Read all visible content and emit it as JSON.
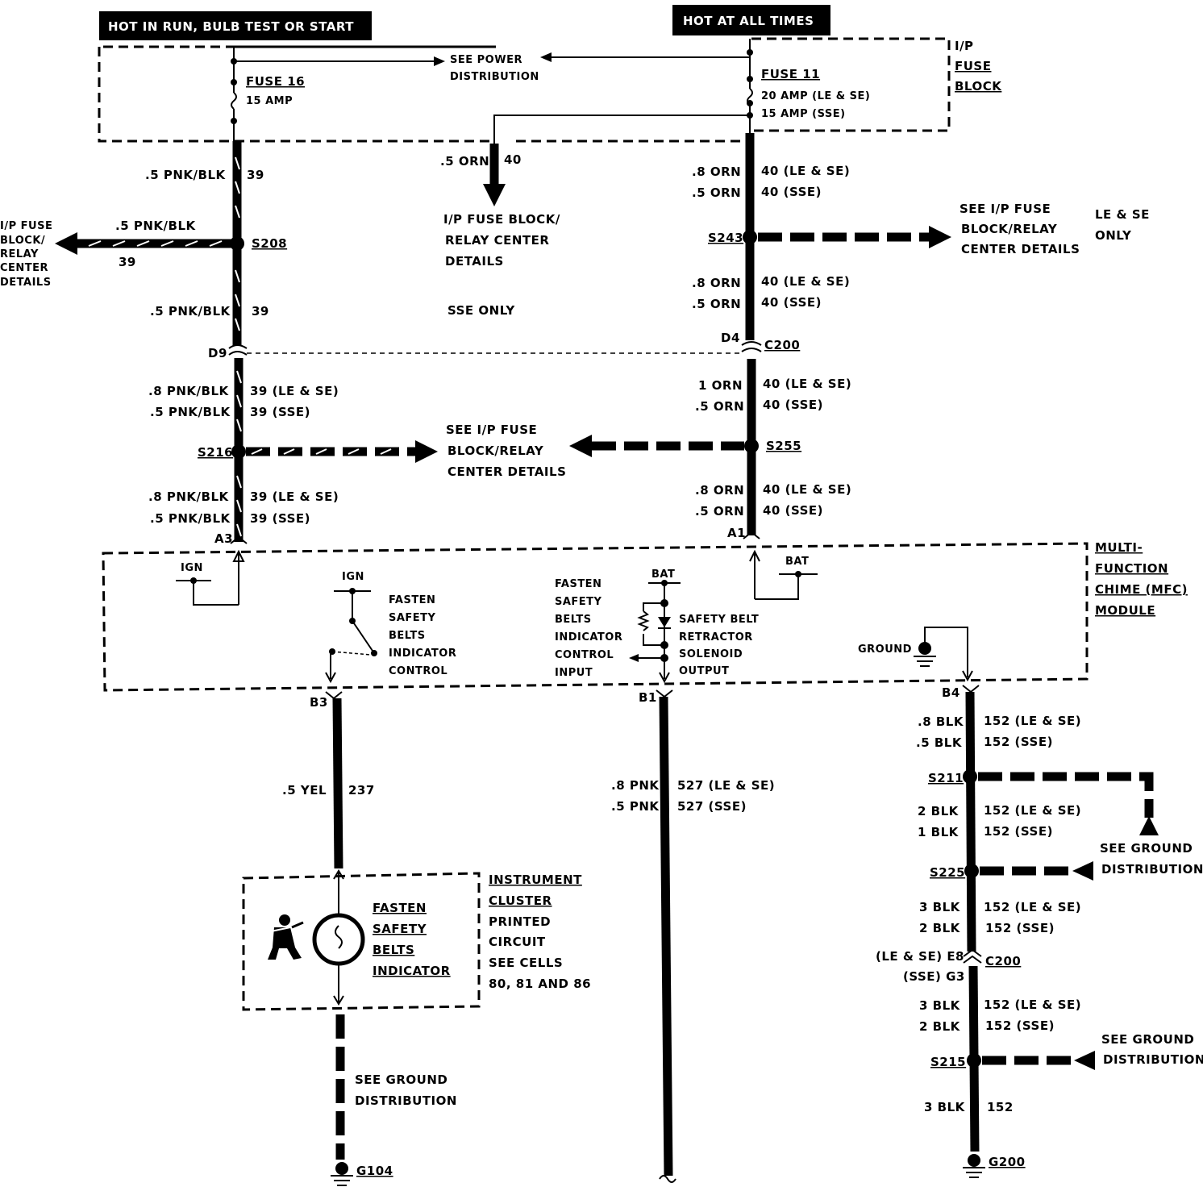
{
  "headers": {
    "left": "HOT IN RUN, BULB TEST OR START",
    "right": "HOT AT ALL TIMES"
  },
  "fuse_block": {
    "label_line1": "I/P",
    "label_line2": "FUSE",
    "label_line3": "BLOCK",
    "see_power_line1": "SEE POWER",
    "see_power_line2": "DISTRIBUTION",
    "fuse16_name": "FUSE 16",
    "fuse16_rating": "15 AMP",
    "fuse11_name": "FUSE 11",
    "fuse11_rating1": "20 AMP (LE & SE)",
    "fuse11_rating2": "15 AMP (SSE)"
  },
  "left_circuit": {
    "seg1_wire": ".5 PNK/BLK",
    "seg1_circuit": "39",
    "s208": "S208",
    "branch_wire": ".5 PNK/BLK",
    "branch_circuit": "39",
    "branch_dest": [
      "I/P FUSE",
      "BLOCK/",
      "RELAY",
      "CENTER",
      "DETAILS"
    ],
    "seg2_wire": ".5 PNK/BLK",
    "seg2_circuit": "39",
    "d9": "D9",
    "seg3_wire_a": ".8 PNK/BLK",
    "seg3_wire_b": ".5 PNK/BLK",
    "seg3_circ_a": "39 (LE & SE)",
    "seg3_circ_b": "39 (SSE)",
    "s216": "S216",
    "seg4_wire_a": ".8 PNK/BLK",
    "seg4_wire_b": ".5 PNK/BLK",
    "seg4_circ_a": "39 (LE & SE)",
    "seg4_circ_b": "39 (SSE)",
    "a3": "A3"
  },
  "middle": {
    "orn_wire": ".5 ORN",
    "orn_circuit": "40",
    "fuse_dest": [
      "I/P FUSE BLOCK/",
      "RELAY CENTER",
      "DETAILS"
    ],
    "sse_only": "SSE ONLY",
    "s216_dest": [
      "SEE I/P FUSE",
      "BLOCK/RELAY",
      "CENTER DETAILS"
    ]
  },
  "right_circuit": {
    "seg1_wire_a": ".8 ORN",
    "seg1_wire_b": ".5 ORN",
    "seg1_circ_a": "40 (LE & SE)",
    "seg1_circ_b": "40 (SSE)",
    "s243": "S243",
    "s243_dest": [
      "SEE I/P FUSE",
      "BLOCK/RELAY",
      "CENTER DETAILS"
    ],
    "s243_note": [
      "LE & SE",
      "ONLY"
    ],
    "seg2_wire_a": ".8 ORN",
    "seg2_wire_b": ".5 ORN",
    "seg2_circ_a": "40 (LE & SE)",
    "seg2_circ_b": "40 (SSE)",
    "d4": "D4",
    "c200": "C200",
    "seg3_wire_a": "1 ORN",
    "seg3_wire_b": ".5 ORN",
    "seg3_circ_a": "40 (LE & SE)",
    "seg3_circ_b": "40 (SSE)",
    "s255": "S255",
    "seg4_wire_a": ".8 ORN",
    "seg4_wire_b": ".5 ORN",
    "seg4_circ_a": "40 (LE & SE)",
    "seg4_circ_b": "40 (SSE)",
    "a1": "A1"
  },
  "module": {
    "label": [
      "MULTI-",
      "FUNCTION",
      "CHIME (MFC)",
      "MODULE"
    ],
    "ign1": "IGN",
    "ign2": "IGN",
    "bat1": "BAT",
    "bat2": "BAT",
    "fasten_ctrl": [
      "FASTEN",
      "SAFETY",
      "BELTS",
      "INDICATOR",
      "CONTROL"
    ],
    "fasten_input": [
      "FASTEN",
      "SAFETY",
      "BELTS",
      "INDICATOR",
      "CONTROL",
      "INPUT"
    ],
    "solenoid": [
      "SAFETY BELT",
      "RETRACTOR",
      "SOLENOID",
      "OUTPUT"
    ],
    "ground": "GROUND",
    "b3": "B3",
    "b1": "B1",
    "b4": "B4"
  },
  "bottom_left": {
    "wire": ".5 YEL",
    "circuit": "237",
    "indicator": [
      "FASTEN",
      "SAFETY",
      "BELTS",
      "INDICATOR"
    ],
    "cluster": [
      "INSTRUMENT",
      "CLUSTER",
      "PRINTED",
      "CIRCUIT",
      "SEE CELLS",
      "80, 81 AND 86"
    ],
    "see_ground": [
      "SEE GROUND",
      "DISTRIBUTION"
    ],
    "g104": "G104"
  },
  "bottom_middle": {
    "wire_a": ".8 PNK",
    "wire_b": ".5 PNK",
    "circ_a": "527 (LE & SE)",
    "circ_b": "527 (SSE)"
  },
  "bottom_right": {
    "seg1_wire_a": ".8 BLK",
    "seg1_wire_b": ".5 BLK",
    "seg1_circ_a": "152 (LE & SE)",
    "seg1_circ_b": "152 (SSE)",
    "s211": "S211",
    "seg2_wire_a": "2 BLK",
    "seg2_wire_b": "1 BLK",
    "seg2_circ_a": "152 (LE & SE)",
    "seg2_circ_b": "152 (SSE)",
    "see_ground1": [
      "SEE GROUND",
      "DISTRIBUTION"
    ],
    "s225": "S225",
    "seg3_wire_a": "3 BLK",
    "seg3_wire_b": "2 BLK",
    "seg3_circ_a": "152 (LE & SE)",
    "seg3_circ_b": "152 (SSE)",
    "c200_a": "(LE & SE) E8",
    "c200_b": "(SSE) G3",
    "c200": "C200",
    "seg4_wire_a": "3 BLK",
    "seg4_wire_b": "2 BLK",
    "seg4_circ_a": "152 (LE & SE)",
    "seg4_circ_b": "152 (SSE)",
    "see_ground2": [
      "SEE GROUND",
      "DISTRIBUTION"
    ],
    "s215": "S215",
    "seg5_wire": "3 BLK",
    "seg5_circ": "152",
    "g200": "G200"
  }
}
